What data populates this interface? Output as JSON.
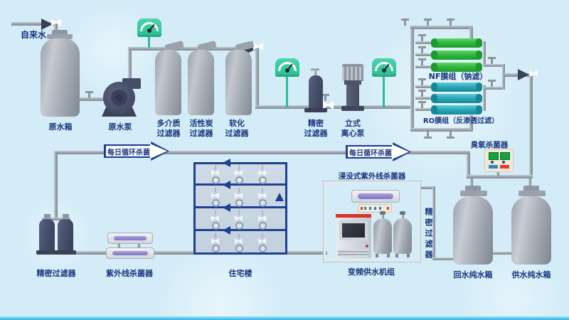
{
  "colors": {
    "background": "#d3ecf8",
    "pipe_gray": "#98a1ab",
    "text_navy": "#17357d",
    "outline_navy": "#1e3f92",
    "device_navy": "#474e6a",
    "gauge_green": "#2fc79e",
    "nf_green": "#2eb83c",
    "ro_teal": "#2aa7b8",
    "uv_purple": "#8678c8",
    "tank_gray": "#9aa2ab",
    "building_fill": "#c9d6e3",
    "ozone_beige": "#f1ead9",
    "indicator_red": "#e23b2e",
    "indicator_blue": "#2f86c8",
    "bottom_bar": "#27b7e8"
  },
  "labels": {
    "tap_water": "自来水",
    "raw_tank": "原水箱",
    "raw_pump": "原水泵",
    "multi_media_filter": [
      "多介质",
      "过滤器"
    ],
    "carbon_filter": [
      "活性炭",
      "过滤器"
    ],
    "softener_filter": [
      "软化",
      "过滤器"
    ],
    "precision_filter_top": [
      "精密",
      "过滤器"
    ],
    "vertical_pump": [
      "立式",
      "离心泵"
    ],
    "nf_membrane": "NF膜组（钠滤）",
    "ro_membrane": "RO膜组（反渗透过滤）",
    "ozone_sterilizer": "臭氧杀菌器",
    "daily_cycle_left": "每日循环杀菌",
    "daily_cycle_right": "每日循环杀菌",
    "submerged_uv_sterilizer": "浸没式紫外线杀菌器",
    "precision_filter_mid": "精密过滤器",
    "return_pure_tank": "回水纯水箱",
    "supply_pure_tank": "供水纯水箱",
    "vfd_supply_unit": "变频供水机组",
    "residential_building": "住宅楼",
    "uv_sterilizer": "紫外线杀菌器",
    "precision_filter_bottom": "精密过滤器"
  }
}
